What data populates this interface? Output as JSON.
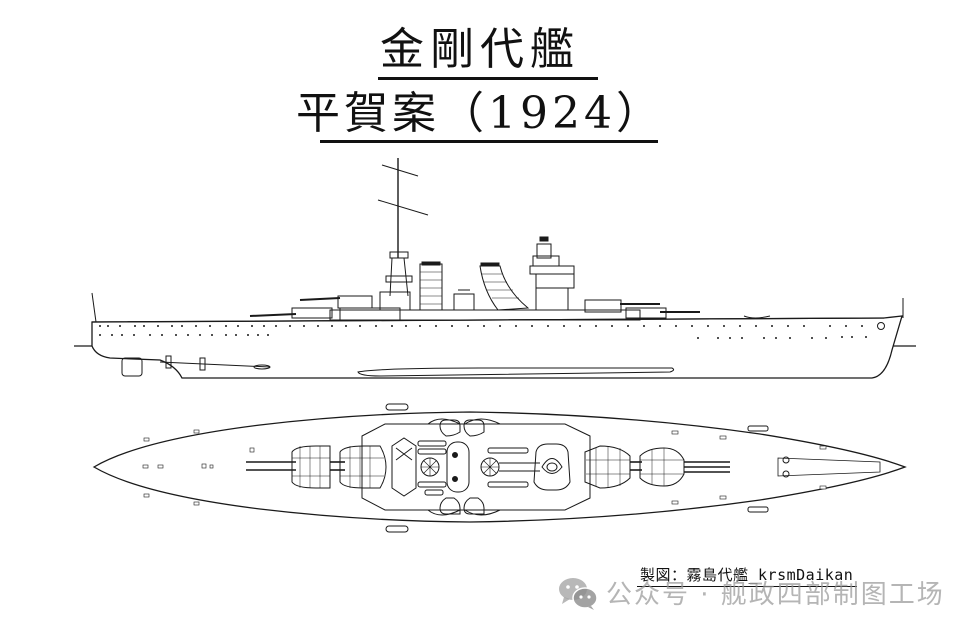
{
  "title": {
    "line1": "金剛代艦",
    "line2": "平賀案（1924）"
  },
  "credit": {
    "text": "製図：霧島代艦_krsmDaikan"
  },
  "watermark": {
    "icon": "wechat-icon",
    "text": "公众号 · 舰政四部制图工场"
  },
  "drawings": {
    "profile": "side-elevation",
    "plan": "top-plan-view",
    "line_color": "#1a1a1a",
    "background": "#ffffff"
  }
}
